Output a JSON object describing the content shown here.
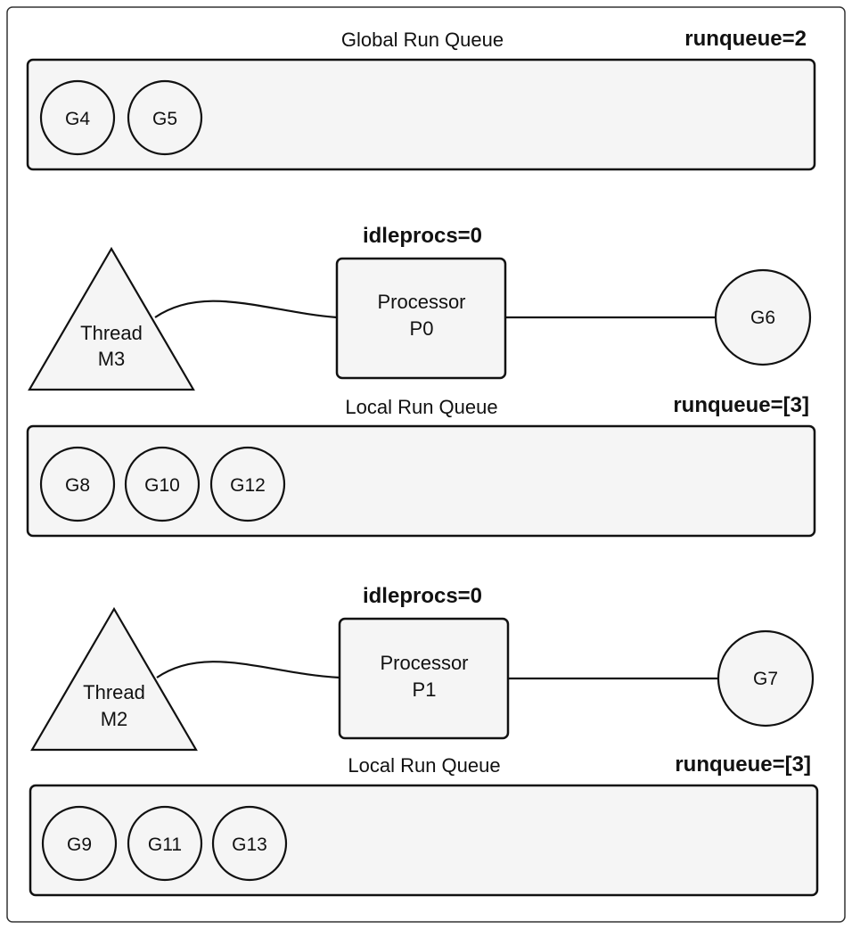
{
  "global": {
    "title": "Global Run Queue",
    "stat": "runqueue=2",
    "goroutines": [
      "G4",
      "G5"
    ]
  },
  "p0": {
    "idle": "idleprocs=0",
    "thread": [
      "Thread",
      "M3"
    ],
    "processor": [
      "Processor",
      "P0"
    ],
    "running": "G6",
    "queue_title": "Local Run Queue",
    "queue_stat": "runqueue=[3]",
    "queue": [
      "G8",
      "G10",
      "G12"
    ]
  },
  "p1": {
    "idle": "idleprocs=0",
    "thread": [
      "Thread",
      "M2"
    ],
    "processor": [
      "Processor",
      "P1"
    ],
    "running": "G7",
    "queue_title": "Local Run Queue",
    "queue_stat": "runqueue=[3]",
    "queue": [
      "G9",
      "G11",
      "G13"
    ]
  }
}
